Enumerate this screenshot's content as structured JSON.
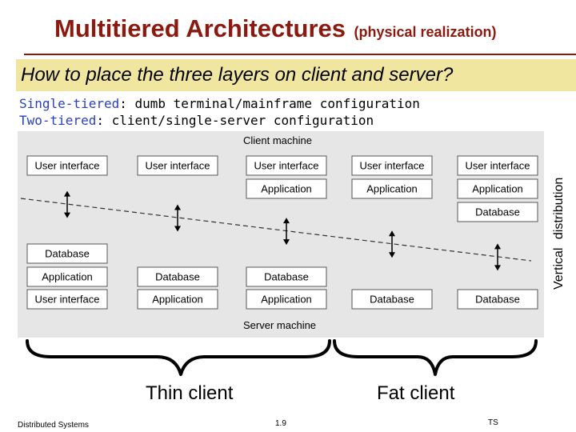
{
  "header": {
    "title_main": "Multitiered Architectures",
    "title_sub": "(physical realization)"
  },
  "question": "How to place the three layers on client and server?",
  "lines": [
    {
      "term": "Single-tiered",
      "rest": ": dumb terminal/mainframe configuration"
    },
    {
      "term": "Two-tiered",
      "rest": ": client/single-server configuration"
    }
  ],
  "vertical_label": "Vertical distribution",
  "diagram": {
    "client_label": "Client machine",
    "server_label": "Server machine",
    "columns": [
      {
        "client": [
          "User interface"
        ],
        "server": [
          "User interface",
          "Application",
          "Database"
        ]
      },
      {
        "client": [
          "User interface"
        ],
        "server": [
          "Application",
          "Database"
        ]
      },
      {
        "client": [
          "User interface",
          "Application"
        ],
        "server": [
          "Application",
          "Database"
        ]
      },
      {
        "client": [
          "User interface",
          "Application"
        ],
        "server": [
          "Database"
        ]
      },
      {
        "client": [
          "User interface",
          "Application",
          "Database"
        ],
        "server": [
          "Database"
        ]
      }
    ]
  },
  "labels": {
    "thin": "Thin client",
    "fat": "Fat client"
  },
  "footer": {
    "left": "Distributed Systems",
    "center": "1.9",
    "right": "TS"
  },
  "colors": {
    "title": "#8a1a10",
    "question_bg": "#f0e6a0",
    "term": "#2a3fbf",
    "figure_bg": "#e6e6e6"
  }
}
